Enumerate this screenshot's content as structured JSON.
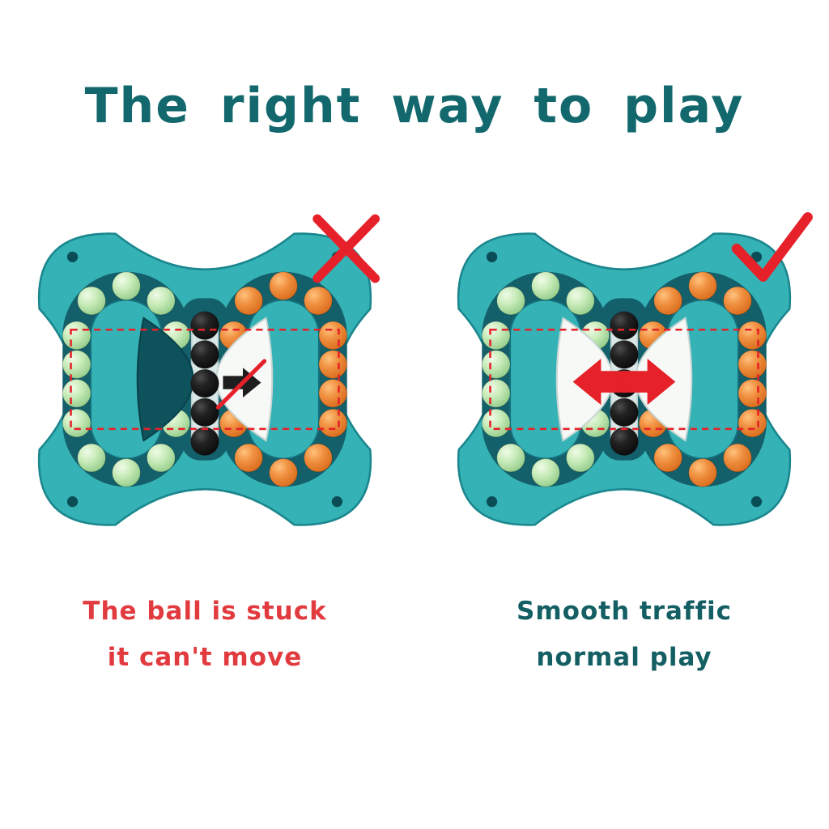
{
  "title": "The right way to play",
  "colors": {
    "title_teal": "#12686d",
    "caption_red": "#e23b3f",
    "caption_teal": "#145f63",
    "accent_red": "#e62129",
    "teal_body": "#35b2b5",
    "teal_dark": "#135f6a",
    "teal_deep": "#0b4d57",
    "bead_mint": "#c9ecba",
    "bead_orange": "#f09040",
    "bead_black": "#1e1e1e"
  },
  "wrong_example": {
    "mark_icon": "x-mark",
    "caption_line1": "The ball is stuck",
    "caption_line2": "it can't move"
  },
  "right_example": {
    "mark_icon": "check-mark",
    "caption_line1": "Smooth traffic",
    "caption_line2": "normal play"
  }
}
